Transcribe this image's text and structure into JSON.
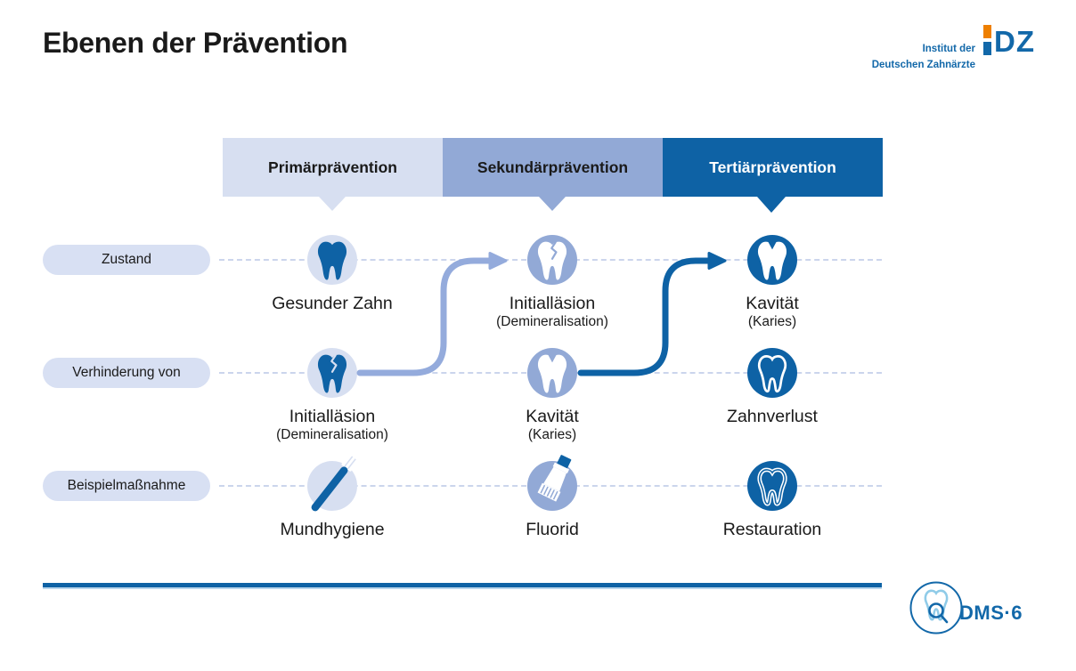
{
  "title": "Ebenen der Prävention",
  "idz_logo": {
    "line1": "Institut der",
    "line2": "Deutschen Zahnärzte",
    "wordmark": "DZ"
  },
  "columns": [
    {
      "label": "Primärprävention"
    },
    {
      "label": "Sekundärprävention"
    },
    {
      "label": "Tertiärprävention"
    }
  ],
  "row_labels": [
    {
      "label": "Zustand"
    },
    {
      "label": "Verhinderung von"
    },
    {
      "label": "Beispielmaßnahme"
    }
  ],
  "grid": [
    {
      "row": "Zustand",
      "cells": [
        {
          "title": "Gesunder Zahn",
          "subtitle": "",
          "icon": "tooth-healthy-icon"
        },
        {
          "title": "Initialläsion",
          "subtitle": "(Demineralisation)",
          "icon": "tooth-initial-lesion-icon"
        },
        {
          "title": "Kavität",
          "subtitle": "(Karies)",
          "icon": "tooth-cavity-icon"
        }
      ]
    },
    {
      "row": "Verhinderung von",
      "cells": [
        {
          "title": "Initialläsion",
          "subtitle": "(Demineralisation)",
          "icon": "tooth-initial-lesion-icon"
        },
        {
          "title": "Kavität",
          "subtitle": "(Karies)",
          "icon": "tooth-cavity-icon"
        },
        {
          "title": "Zahnverlust",
          "subtitle": "",
          "icon": "tooth-loss-icon"
        }
      ]
    },
    {
      "row": "Beispielmaßnahme",
      "cells": [
        {
          "title": "Mundhygiene",
          "subtitle": "",
          "icon": "toothbrush-icon"
        },
        {
          "title": "Fluorid",
          "subtitle": "",
          "icon": "toothpaste-icon"
        },
        {
          "title": "Restauration",
          "subtitle": "",
          "icon": "tooth-restoration-icon"
        }
      ]
    }
  ],
  "footer": {
    "dms_label": "DMS·6"
  },
  "colors": {
    "primary_light": "#D7DFF1",
    "secondary_medium": "#92A9D6",
    "tertiary_dark": "#0E62A5",
    "arrow_light": "#94ABDC",
    "dashed_line": "#CBD5EC",
    "idz_blue": "#1268A9",
    "idz_orange": "#EE7F00",
    "dms_tooth_light_blue": "#8FCBE8",
    "text": "#1A1A1A"
  }
}
